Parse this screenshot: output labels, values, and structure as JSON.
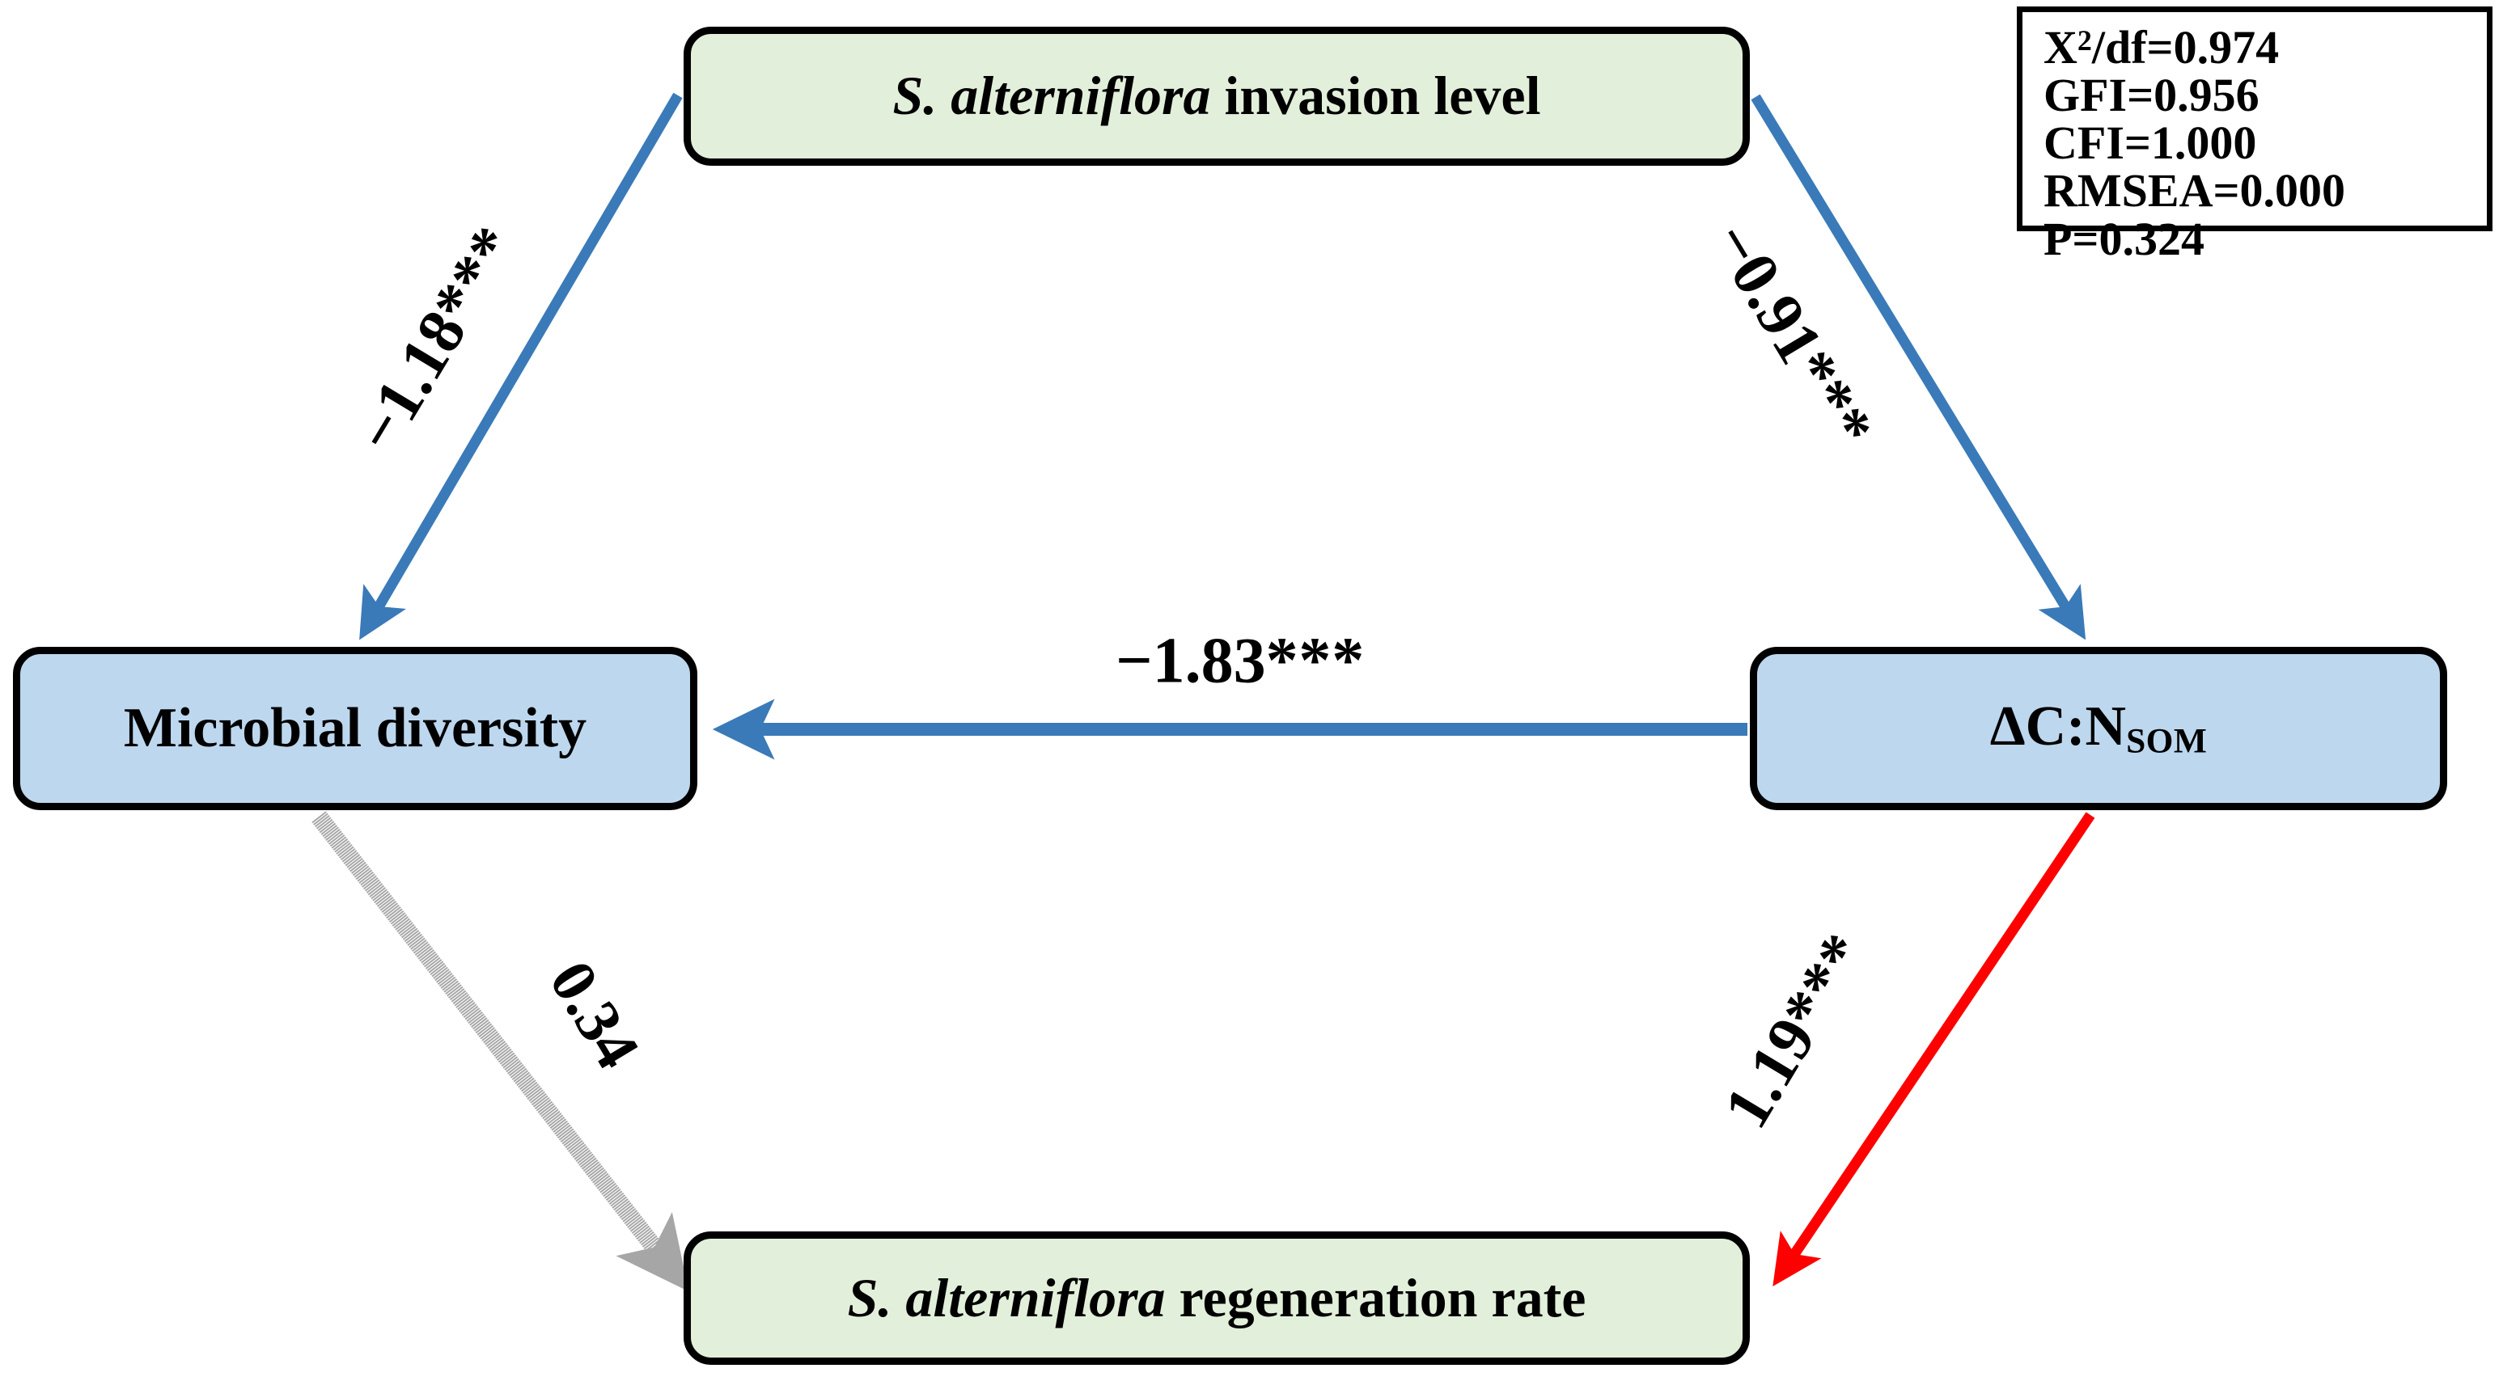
{
  "figure": {
    "type": "sem-path-diagram",
    "background": "#ffffff"
  },
  "nodes": {
    "invasion": {
      "label_italic": "S. alterniflora",
      "label_rest": " invasion level",
      "fill": "#e2efda"
    },
    "regeneration": {
      "label_italic": "S. alterniflora",
      "label_rest": " regeneration rate",
      "fill": "#e2efda"
    },
    "microbial": {
      "label": "Microbial diversity",
      "fill": "#bdd7ee"
    },
    "cn_ratio": {
      "label_main": "ΔC:N",
      "label_sub": "SOM",
      "fill": "#bdd7ee"
    }
  },
  "paths": {
    "invasion_to_microbial": {
      "coefficient": "−1.18",
      "stars": "***",
      "color": "#3A7AB8",
      "style": "solid"
    },
    "invasion_to_cn": {
      "coefficient": "−0.91",
      "stars": "***",
      "color": "#3A7AB8",
      "style": "solid"
    },
    "cn_to_microbial": {
      "coefficient": "−1.83",
      "stars": "***",
      "color": "#3A7AB8",
      "style": "solid"
    },
    "microbial_to_regeneration": {
      "coefficient": "0.34",
      "stars": "",
      "color": "#A6A6A6",
      "style": "dashed"
    },
    "cn_to_regeneration": {
      "coefficient": "1.19",
      "stars": "***",
      "color": "#FF0000",
      "style": "solid"
    }
  },
  "fit_statistics": {
    "chi_label": "X",
    "chi_sup": "2",
    "chi_rest": "/df=0.974",
    "gfi": "GFI=0.956",
    "cfi": "CFI=1.000",
    "rmsea": "RMSEA=0.000",
    "p": "P=0.324"
  },
  "chart_data": {
    "type": "diagram",
    "title": "",
    "nodes": [
      {
        "id": "invasion",
        "label": "S. alterniflora invasion level",
        "fill": "#e2efda"
      },
      {
        "id": "microbial",
        "label": "Microbial diversity",
        "fill": "#bdd7ee"
      },
      {
        "id": "cn_ratio",
        "label": "ΔC:N_SOM",
        "fill": "#bdd7ee"
      },
      {
        "id": "regeneration",
        "label": "S. alterniflora regeneration rate",
        "fill": "#e2efda"
      }
    ],
    "edges": [
      {
        "from": "invasion",
        "to": "microbial",
        "value": -1.18,
        "significance": "***",
        "color": "#3A7AB8",
        "style": "solid"
      },
      {
        "from": "invasion",
        "to": "cn_ratio",
        "value": -0.91,
        "significance": "***",
        "color": "#3A7AB8",
        "style": "solid"
      },
      {
        "from": "cn_ratio",
        "to": "microbial",
        "value": -1.83,
        "significance": "***",
        "color": "#3A7AB8",
        "style": "solid"
      },
      {
        "from": "microbial",
        "to": "regeneration",
        "value": 0.34,
        "significance": "",
        "color": "#A6A6A6",
        "style": "dashed"
      },
      {
        "from": "cn_ratio",
        "to": "regeneration",
        "value": 1.19,
        "significance": "***",
        "color": "#FF0000",
        "style": "solid"
      }
    ],
    "fit_indices": {
      "chi_square_df": 0.974,
      "GFI": 0.956,
      "CFI": 1.0,
      "RMSEA": 0.0,
      "P": 0.324
    }
  }
}
